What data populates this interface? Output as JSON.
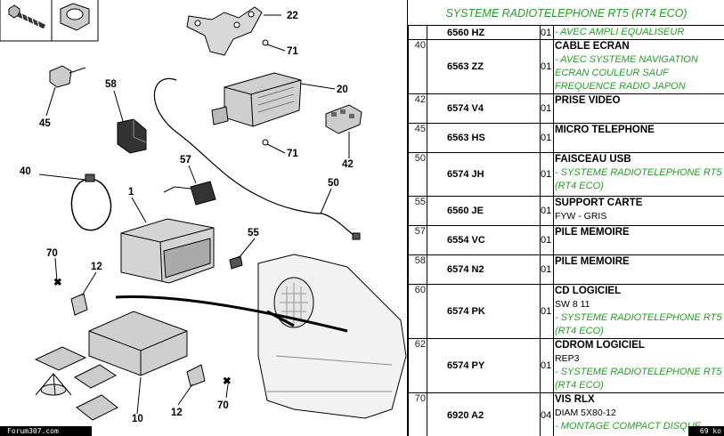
{
  "panel": {
    "title": "SYSTEME RADIOTELEPHONE RT5 (RT4 ECO)"
  },
  "rows": [
    {
      "ref": "",
      "code": "6560 HZ",
      "count": "01",
      "name": "",
      "info": "",
      "note": "- AVEC AMPLI EQUALISEUR"
    },
    {
      "ref": "40",
      "code": "6563 ZZ",
      "count": "01",
      "name": "CABLE ECRAN",
      "info": "",
      "note": "- AVEC SYSTEME NAVIGATION ECRAN COULEUR SAUF FREQUENCE RADIO JAPON"
    },
    {
      "ref": "42",
      "code": "6574 V4",
      "count": "01",
      "name": "PRISE VIDEO",
      "info": "",
      "note": ""
    },
    {
      "ref": "45",
      "code": "6563 HS",
      "count": "01",
      "name": "MICRO TELEPHONE",
      "info": "",
      "note": ""
    },
    {
      "ref": "50",
      "code": "6574 JH",
      "count": "01",
      "name": "FAISCEAU USB",
      "info": "",
      "note": "- SYSTEME RADIOTELEPHONE RT5 (RT4 ECO)"
    },
    {
      "ref": "55",
      "code": "6560 JE",
      "count": "01",
      "name": "SUPPORT CARTE",
      "info": "FYW - GRIS",
      "note": ""
    },
    {
      "ref": "57",
      "code": "6554 VC",
      "count": "01",
      "name": "PILE MEMOIRE",
      "info": "",
      "note": ""
    },
    {
      "ref": "58",
      "code": "6574 N2",
      "count": "01",
      "name": "PILE MEMOIRE",
      "info": "",
      "note": ""
    },
    {
      "ref": "60",
      "code": "6574 PK",
      "count": "01",
      "name": "CD LOGICIEL",
      "info": "SW 8 11",
      "note": "- SYSTEME RADIOTELEPHONE RT5 (RT4 ECO)"
    },
    {
      "ref": "62",
      "code": "6574 PY",
      "count": "01",
      "name": "CDROM LOGICIEL",
      "info": "REP3",
      "note": "- SYSTEME RADIOTELEPHONE RT5 (RT4 ECO)"
    },
    {
      "ref": "70",
      "code": "6920 A2",
      "count": "04",
      "name": "VIS RLX",
      "info": "DIAM 5X80-12",
      "note": "- MONTAGE COMPACT DISQUE"
    }
  ],
  "diagram": {
    "labels": [
      "22",
      "71",
      "20",
      "71",
      "58",
      "45",
      "42",
      "57",
      "40",
      "1",
      "50",
      "55",
      "70",
      "12",
      "70",
      "12",
      "10"
    ]
  },
  "footer": {
    "site": "Forum307.com",
    "size": "69 ko"
  },
  "colors": {
    "note_green": "#2a9a2a",
    "border": "#000000",
    "footer_bg": "#000000"
  }
}
